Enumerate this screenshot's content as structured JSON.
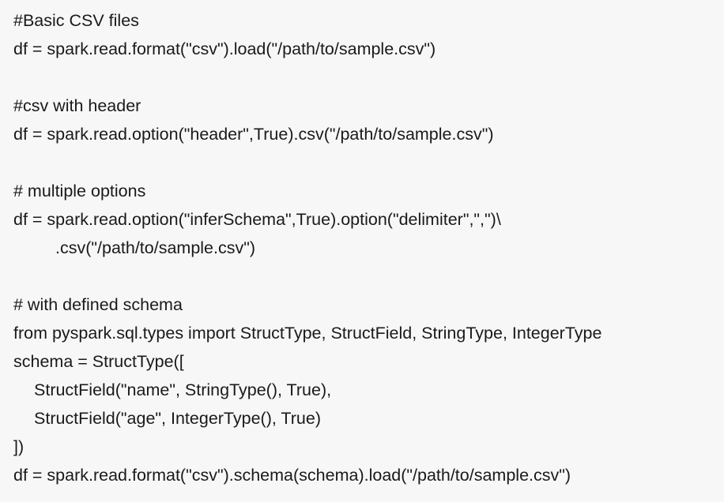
{
  "code": {
    "lines": [
      "#Basic CSV files",
      "df = spark.read.format(\"csv\").load(\"/path/to/sample.csv\")",
      "",
      "#csv with header",
      "df = spark.read.option(\"header\",True).csv(\"/path/to/sample.csv\")",
      "",
      "# multiple options",
      "df = spark.read.option(\"inferSchema\",True).option(\"delimiter\",\",\")\\",
      ".csv(\"/path/to/sample.csv\")",
      "",
      "# with defined schema",
      "from pyspark.sql.types import StructType, StructField, StringType, IntegerType",
      "schema = StructType([",
      "StructField(\"name\", StringType(), True),",
      "StructField(\"age\", IntegerType(), True)",
      "])",
      "df = spark.read.format(\"csv\").schema(schema).load(\"/path/to/sample.csv\")"
    ]
  }
}
